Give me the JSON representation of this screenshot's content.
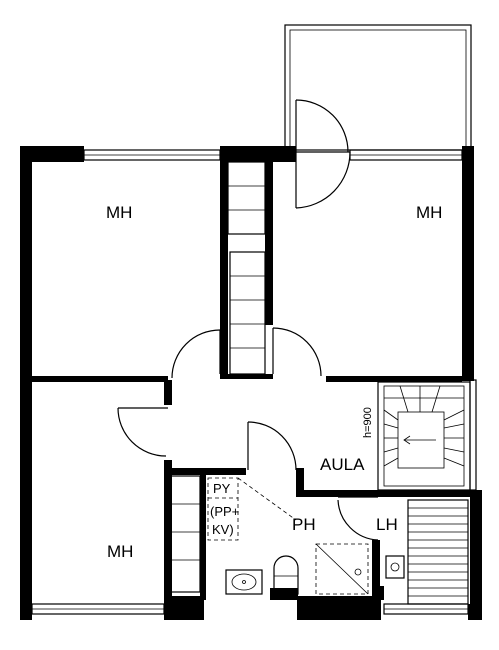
{
  "plan": {
    "rooms": {
      "bedroom_top_left": "MH",
      "bedroom_top_right": "MH",
      "bedroom_bottom_left": "MH",
      "hall": "AULA",
      "bathroom": "PH",
      "sauna": "LH"
    },
    "fixtures": {
      "washer_label": "PY",
      "washer_sub_1": "(PP+",
      "washer_sub_2": "KV)"
    },
    "stair": {
      "height_label": "h=900"
    }
  }
}
